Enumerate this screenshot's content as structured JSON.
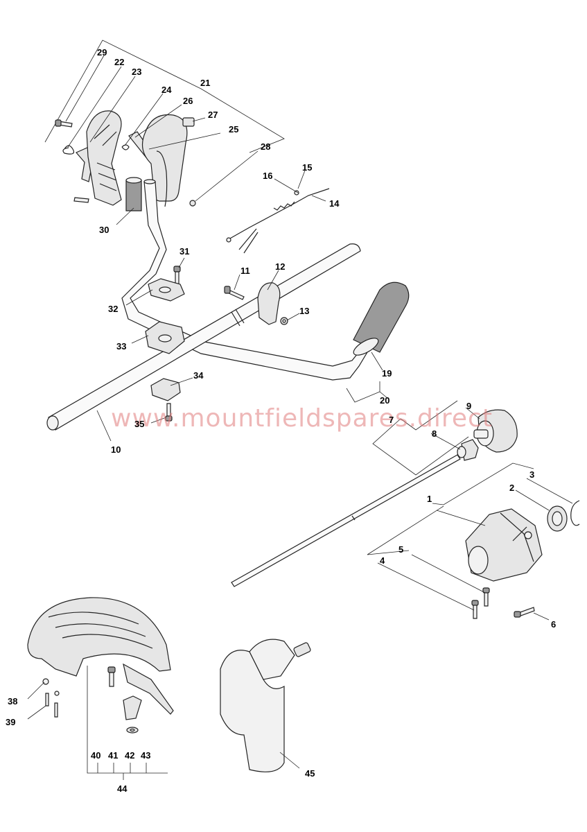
{
  "watermark": "www.mountfieldspares.direct",
  "callouts": {
    "c1": "1",
    "c2": "2",
    "c3": "3",
    "c4": "4",
    "c5": "5",
    "c6": "6",
    "c7": "7",
    "c8": "8",
    "c9": "9",
    "c10": "10",
    "c11": "11",
    "c12": "12",
    "c13": "13",
    "c14": "14",
    "c15": "15",
    "c16": "16",
    "c19": "19",
    "c20": "20",
    "c21": "21",
    "c22": "22",
    "c23": "23",
    "c24": "24",
    "c25": "25",
    "c26": "26",
    "c27": "27",
    "c28": "28",
    "c29": "29",
    "c30": "30",
    "c31": "31",
    "c32": "32",
    "c33": "33",
    "c34": "34",
    "c35": "35",
    "c38": "38",
    "c39": "39",
    "c40": "40",
    "c41": "41",
    "c42": "42",
    "c43": "43",
    "c44": "44",
    "c45": "45"
  }
}
